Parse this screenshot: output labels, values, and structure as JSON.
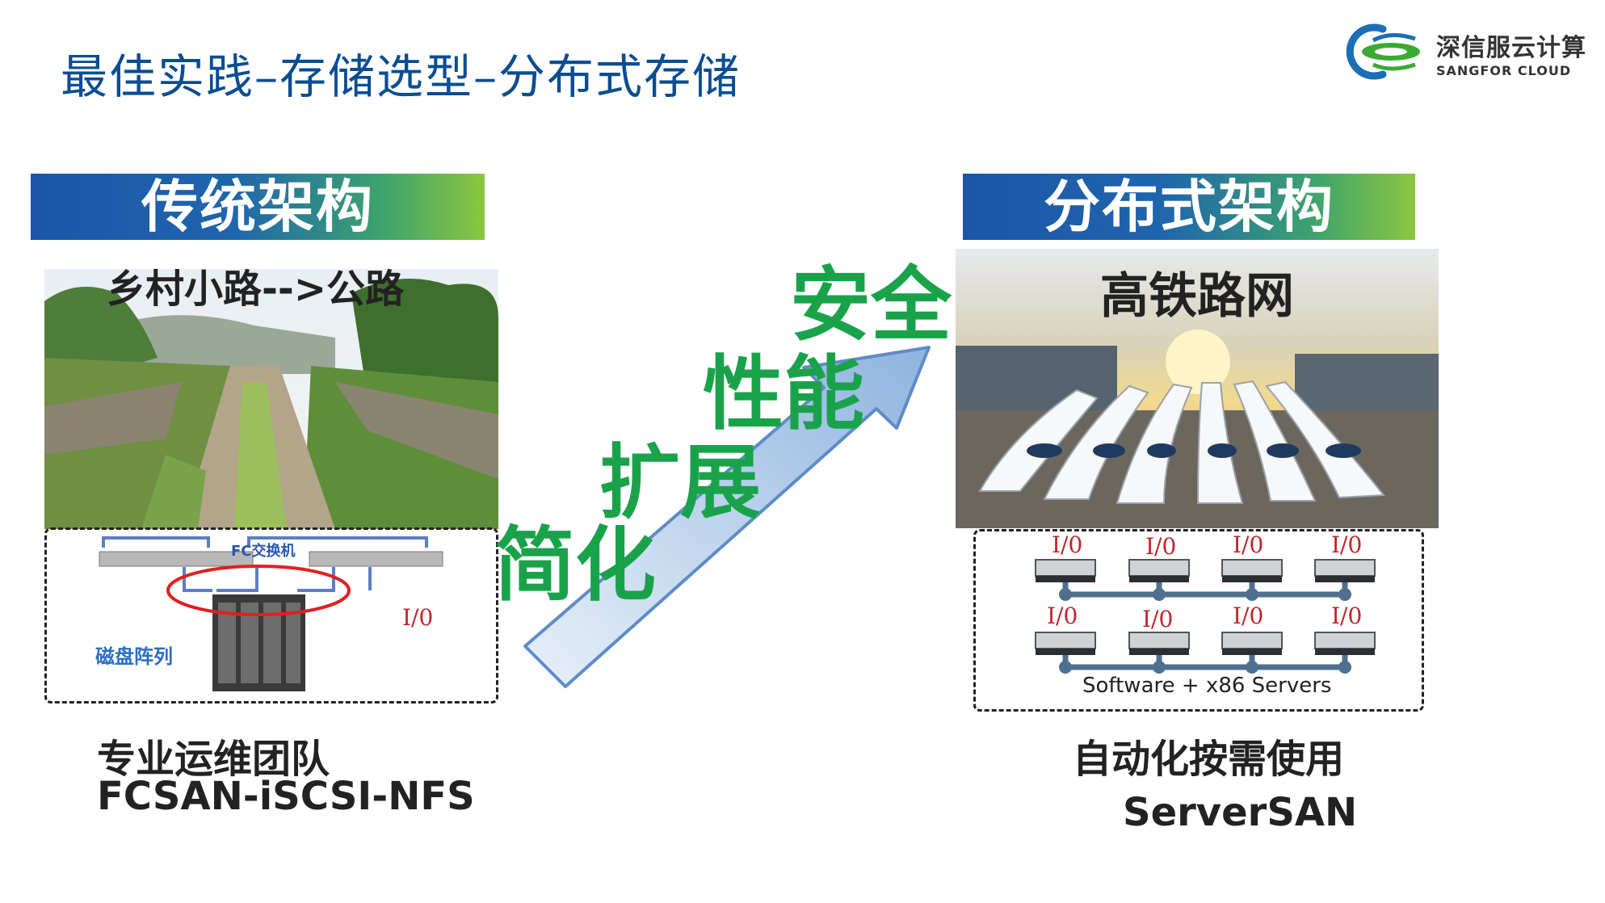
{
  "title": "最佳实践–存储选型–分布式存储",
  "logo": {
    "cn": "深信服云计算",
    "en": "SANGFOR CLOUD",
    "colors": {
      "blue": "#1a6fb5",
      "green": "#3aaa35"
    }
  },
  "left": {
    "banner": "传统架构",
    "photo_caption": "乡村小路-->公路",
    "diagram": {
      "switch_label": "FC交换机",
      "array_label": "磁盘阵列",
      "io_label": "I/0"
    },
    "bottom_lines": [
      "专业运维团队",
      "FCSAN-iSCSI-NFS"
    ]
  },
  "arrow": {
    "benefits": [
      "简化",
      "扩展",
      "性能",
      "安全"
    ],
    "color": "#1aa24b"
  },
  "right": {
    "banner": "分布式架构",
    "photo_caption": "高铁路网",
    "diagram": {
      "io_labels": [
        "I/0",
        "I/0",
        "I/0",
        "I/0",
        "I/0",
        "I/0",
        "I/0",
        "I/0"
      ],
      "servers_label": "Software + x86 Servers"
    },
    "bottom_lines": [
      "自动化按需使用",
      "ServerSAN"
    ]
  }
}
